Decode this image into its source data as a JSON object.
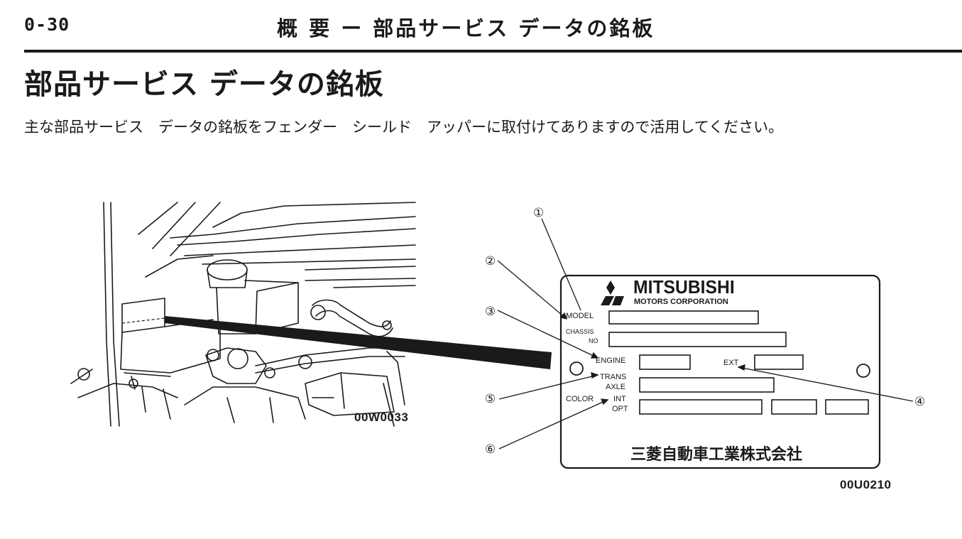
{
  "header": {
    "page_number": "0-30",
    "running_title": "概 要 ー 部品サービス データの銘板"
  },
  "section": {
    "title": "部品サービス データの銘板",
    "intro": "主な部品サービス　データの銘板をフェンダー　シールド　アッパーに取付けてありますので活用してください。"
  },
  "figure_left": {
    "code": "00W0033"
  },
  "plate": {
    "brand": "MITSUBISHI",
    "company_en": "MOTORS CORPORATION",
    "company_jp": "三菱自動車工業株式会社",
    "fields": {
      "model": "MODEL",
      "chassis": "CHASSIS",
      "chassis_no": "NO",
      "engine": "ENGINE",
      "ext": "EXT",
      "trans": "TRANS",
      "axle": "AXLE",
      "color": "COLOR",
      "int": "INT",
      "opt": "OPT"
    },
    "callouts": [
      "①",
      "②",
      "③",
      "④",
      "⑤",
      "⑥"
    ]
  },
  "figure_right": {
    "code": "00U0210"
  }
}
